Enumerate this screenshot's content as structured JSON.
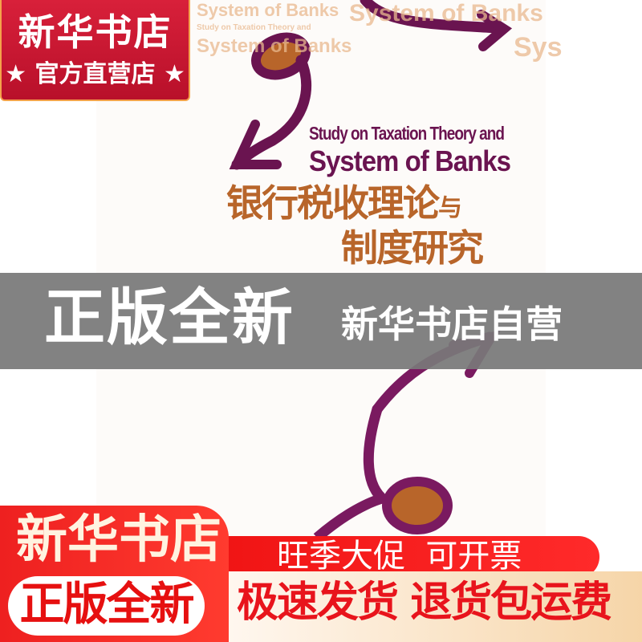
{
  "badge": {
    "title": "新华书店",
    "subtitle": "★ 官方直营店 ★"
  },
  "cover": {
    "bg_words": [
      "System of Banks",
      "System of Banks",
      "Study on Taxation Theory and",
      "System of Banks",
      "Sys"
    ],
    "title_en_line1": "Study on Taxation Theory and",
    "title_en_line2": "System of Banks",
    "title_cn_line1": "银行税收理论",
    "title_cn_connector": "与",
    "title_cn_line2": "制度研究",
    "colors": {
      "purple": "#6a1450",
      "orange": "#b8652a"
    }
  },
  "band": {
    "left": "正版全新",
    "right": "新华书店自营"
  },
  "bottom": {
    "store": "新华书店",
    "genuine": "正版全新",
    "promo": "旺季大促  可开票",
    "service": "极速发货 退货包运费"
  },
  "colors": {
    "red": "#e61010",
    "badge_red": "#c8102e",
    "band_gray": "#787878",
    "cream": "#f6d5a8"
  }
}
